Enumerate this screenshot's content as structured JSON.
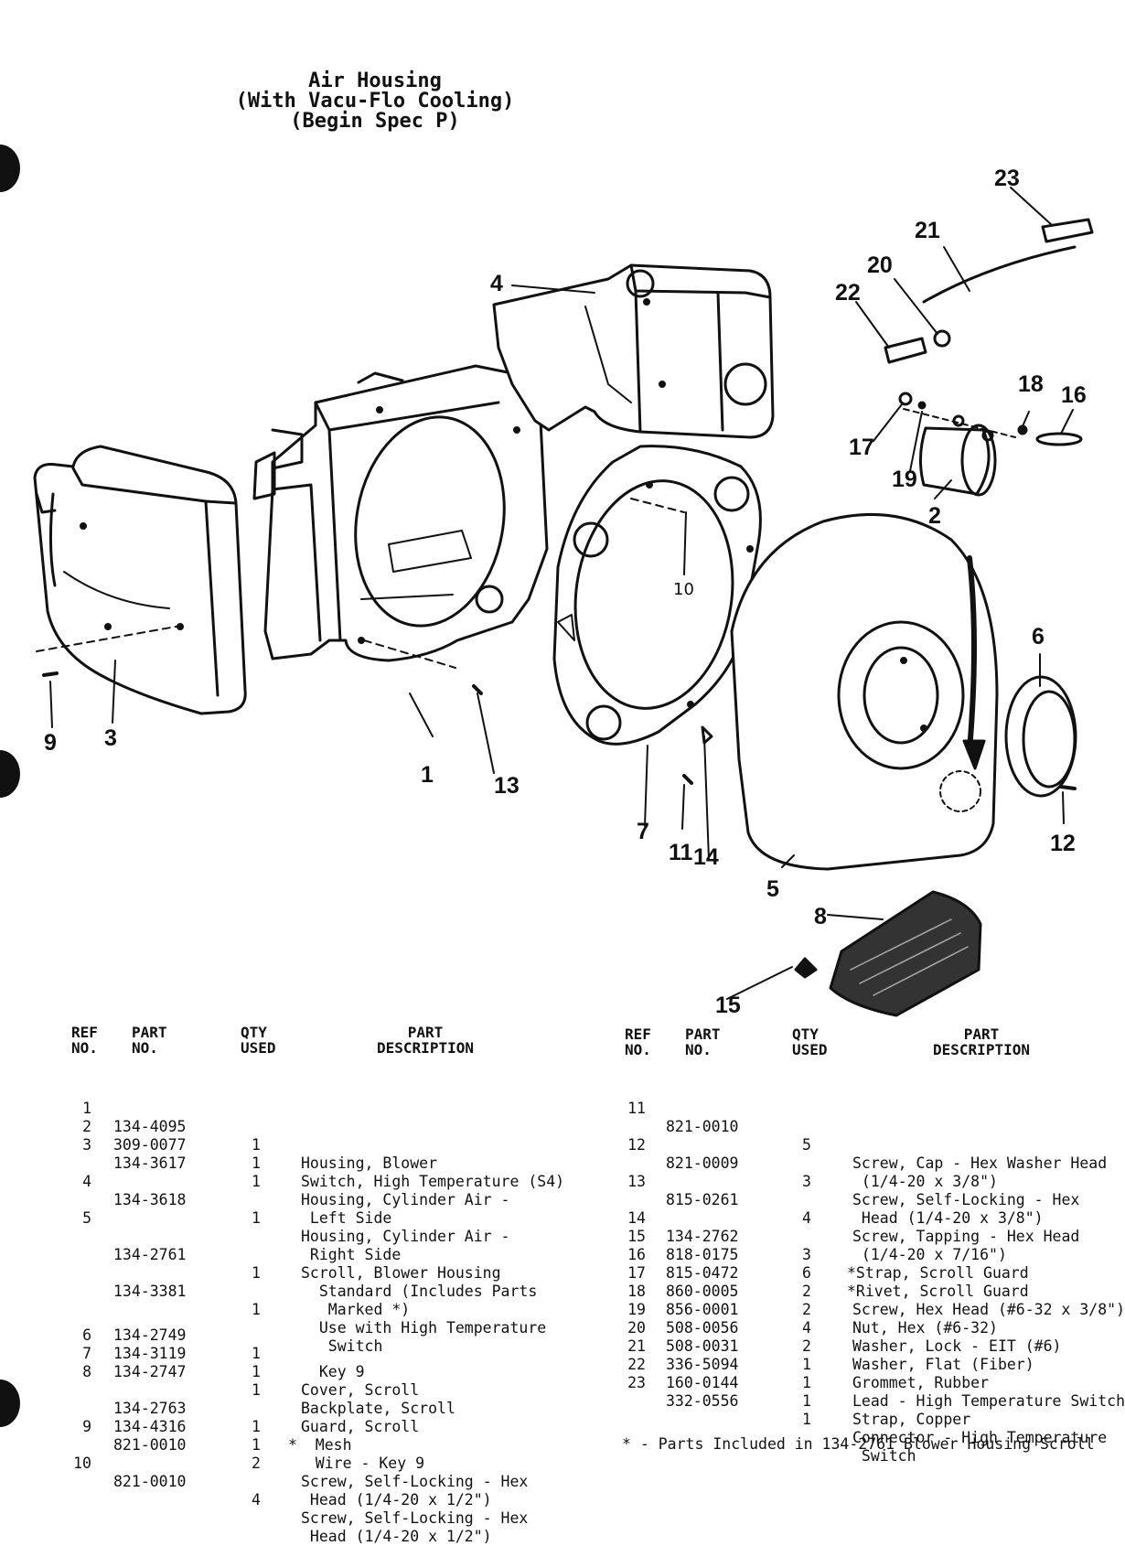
{
  "title": {
    "line1": "Air Housing",
    "line2": "(With Vacu-Flo Cooling)",
    "line3": "(Begin Spec P)"
  },
  "callouts": [
    "1",
    "2",
    "3",
    "4",
    "5",
    "6",
    "7",
    "8",
    "9",
    "10",
    "11",
    "12",
    "13",
    "14",
    "15",
    "16",
    "17",
    "18",
    "19",
    "20",
    "21",
    "22",
    "23"
  ],
  "table_headers": {
    "ref": [
      "REF",
      "NO."
    ],
    "part": [
      "PART",
      "NO."
    ],
    "qty": [
      "QTY",
      "USED"
    ],
    "desc": [
      "PART",
      "DESCRIPTION"
    ]
  },
  "left_rows": [
    {
      "ref": "1",
      "part": "134-4095",
      "qty": "1",
      "desc": [
        "Housing, Blower"
      ]
    },
    {
      "ref": "2",
      "part": "309-0077",
      "qty": "1",
      "desc": [
        "Switch, High Temperature (S4)"
      ]
    },
    {
      "ref": "3",
      "part": "134-3617",
      "qty": "1",
      "desc": [
        "Housing, Cylinder Air -",
        " Left Side"
      ]
    },
    {
      "ref": "4",
      "part": "134-3618",
      "qty": "1",
      "desc": [
        "Housing, Cylinder Air -",
        " Right Side"
      ]
    },
    {
      "ref": "5",
      "part": "",
      "qty": "",
      "desc": [
        "Scroll, Blower Housing"
      ]
    },
    {
      "ref": "",
      "part": "134-2761",
      "qty": "1",
      "desc": [
        "  Standard (Includes Parts",
        "   Marked *)"
      ]
    },
    {
      "ref": "",
      "part": "134-3381",
      "qty": "1",
      "desc": [
        "  Use with High Temperature",
        "   Switch"
      ]
    },
    {
      "ref": "",
      "part": "134-2749",
      "qty": "1",
      "desc": [
        "  Key 9"
      ]
    },
    {
      "ref": "6",
      "part": "134-3119",
      "qty": "1",
      "desc": [
        "Cover, Scroll"
      ]
    },
    {
      "ref": "7",
      "part": "134-2747",
      "qty": "1",
      "desc": [
        "Backplate, Scroll"
      ]
    },
    {
      "ref": "8",
      "part": "",
      "qty": "",
      "desc": [
        "Guard, Scroll"
      ]
    },
    {
      "ref": "",
      "part": "134-2763",
      "qty": "1",
      "desc": [
        "*  Mesh"
      ]
    },
    {
      "ref": "",
      "part": "134-4316",
      "qty": "1",
      "desc": [
        "   Wire - Key 9"
      ]
    },
    {
      "ref": "9",
      "part": "821-0010",
      "qty": "2",
      "desc": [
        "Screw, Self-Locking - Hex",
        " Head (1/4-20 x 1/2\")"
      ]
    },
    {
      "ref": "10",
      "part": "821-0010",
      "qty": "4",
      "desc": [
        "Screw, Self-Locking - Hex",
        " Head (1/4-20 x 1/2\")"
      ]
    }
  ],
  "right_rows": [
    {
      "ref": "11",
      "part": "821-0010",
      "qty": "5",
      "desc": [
        "Screw, Cap - Hex Washer Head",
        " (1/4-20 x 3/8\")"
      ]
    },
    {
      "ref": "12",
      "part": "821-0009",
      "qty": "3",
      "desc": [
        "Screw, Self-Locking - Hex",
        " Head (1/4-20 x 3/8\")"
      ]
    },
    {
      "ref": "13",
      "part": "815-0261",
      "qty": "4",
      "desc": [
        "Screw, Tapping - Hex Head",
        " (1/4-20 x 7/16\")"
      ]
    },
    {
      "ref": "14",
      "part": "134-2762",
      "qty": "3",
      "desc": [
        "*Strap, Scroll Guard"
      ]
    },
    {
      "ref": "15",
      "part": "818-0175",
      "qty": "6",
      "desc": [
        "*Rivet, Scroll Guard"
      ]
    },
    {
      "ref": "16",
      "part": "815-0472",
      "qty": "2",
      "desc": [
        "Screw, Hex Head (#6-32 x 3/8\")"
      ]
    },
    {
      "ref": "17",
      "part": "860-0005",
      "qty": "2",
      "desc": [
        "Nut, Hex (#6-32)"
      ]
    },
    {
      "ref": "18",
      "part": "856-0001",
      "qty": "4",
      "desc": [
        "Washer, Lock - EIT (#6)"
      ]
    },
    {
      "ref": "19",
      "part": "508-0056",
      "qty": "2",
      "desc": [
        "Washer, Flat (Fiber)"
      ]
    },
    {
      "ref": "20",
      "part": "508-0031",
      "qty": "1",
      "desc": [
        "Grommet, Rubber"
      ]
    },
    {
      "ref": "21",
      "part": "336-5094",
      "qty": "1",
      "desc": [
        "Lead - High Temperature Switch"
      ]
    },
    {
      "ref": "22",
      "part": "160-0144",
      "qty": "1",
      "desc": [
        "Strap, Copper"
      ]
    },
    {
      "ref": "23",
      "part": "332-0556",
      "qty": "1",
      "desc": [
        "Connector - High Temperature",
        " Switch"
      ]
    }
  ],
  "footnote": "* - Parts Included in 134-2761 Blower Housing Scroll"
}
